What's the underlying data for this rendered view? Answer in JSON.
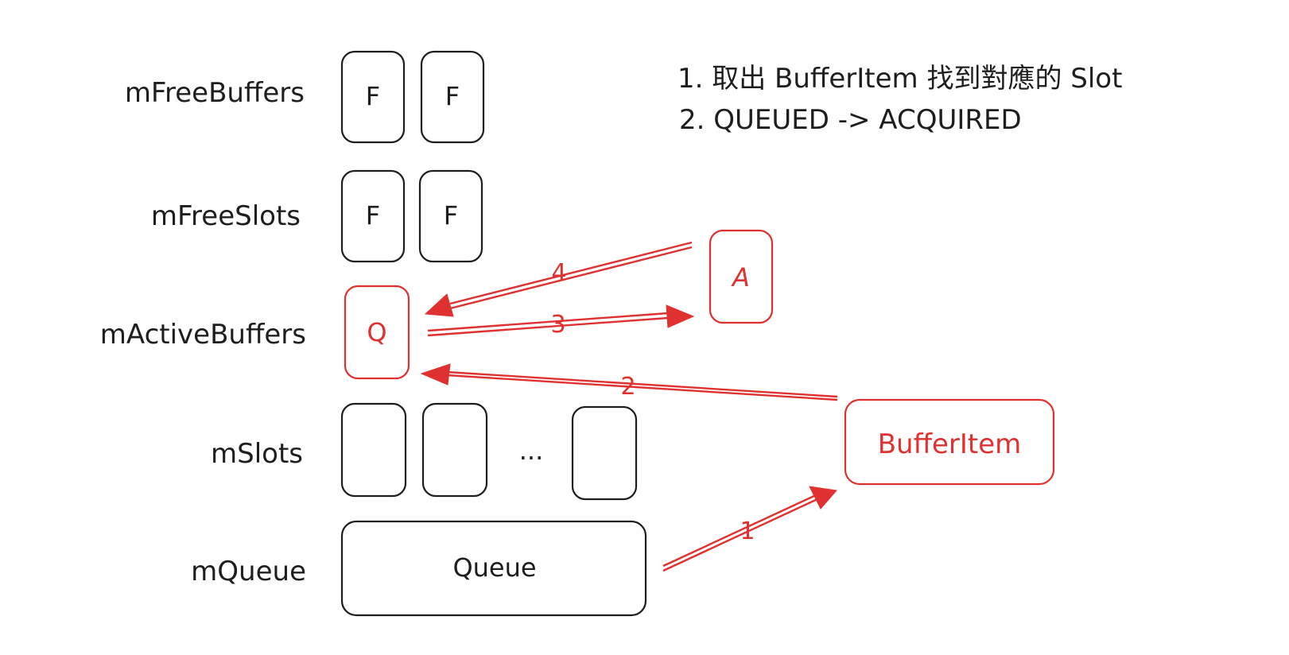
{
  "rows": {
    "free_buffers": "mFreeBuffers",
    "free_slots": "mFreeSlots",
    "active_buffers": "mActiveBuffers",
    "slots": "mSlots",
    "queue": "mQueue"
  },
  "cells": {
    "free_buffers": [
      "F",
      "F"
    ],
    "free_slots": [
      "F",
      "F"
    ],
    "active_buffers": [
      "Q"
    ],
    "slots_ellipsis": "...",
    "queue": "Queue"
  },
  "acquired_cell": "A",
  "buffer_item": "BufferItem",
  "arrows": {
    "step1": "1",
    "step2": "2",
    "step3": "3",
    "step4": "4"
  },
  "notes": [
    "1. 取出 BufferItem 找到對應的 Slot",
    "2. QUEUED -> ACQUIRED"
  ],
  "colors": {
    "ink": "#1e1e1e",
    "accent_red": "#e03131"
  }
}
